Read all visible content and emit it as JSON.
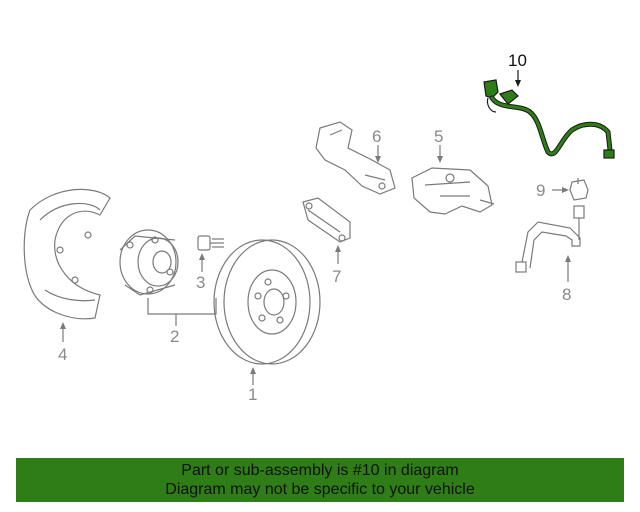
{
  "diagram": {
    "callouts": {
      "c1": "1",
      "c2": "2",
      "c3": "3",
      "c4": "4",
      "c5": "5",
      "c6": "6",
      "c7": "7",
      "c8": "8",
      "c9": "9",
      "c10": "10"
    },
    "highlight_color": "#2e7d16",
    "line_color": "#7a7a7a"
  },
  "banner": {
    "line1": "Part or sub-assembly is #10 in diagram",
    "line2": "Diagram may not be specific to your vehicle",
    "background": "#2e7d16"
  }
}
